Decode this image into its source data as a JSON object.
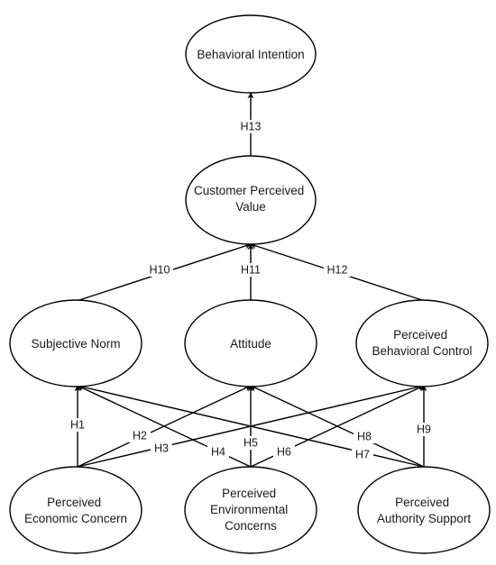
{
  "nodes": {
    "behavioral_intention": {
      "lines": [
        "Behavioral Intention"
      ]
    },
    "customer_perceived_value": {
      "lines": [
        "Customer  Perceived",
        "Value"
      ]
    },
    "subjective_norm": {
      "lines": [
        "Subjective Norm"
      ]
    },
    "attitude": {
      "lines": [
        "Attitude"
      ]
    },
    "perceived_behavioral_control": {
      "lines": [
        "Perceived",
        "Behavioral Control"
      ]
    },
    "perceived_economic_concern": {
      "lines": [
        "Perceived",
        "Economic Concern"
      ]
    },
    "perceived_environmental_concerns": {
      "lines": [
        "Perceived",
        "Environmental",
        "Concerns"
      ]
    },
    "perceived_authority_support": {
      "lines": [
        "Perceived",
        "Authority Support"
      ]
    }
  },
  "edges": [
    {
      "id": "h1",
      "label": "H1",
      "from": "perceived_economic_concern",
      "to": "subjective_norm"
    },
    {
      "id": "h2",
      "label": "H2",
      "from": "perceived_economic_concern",
      "to": "attitude"
    },
    {
      "id": "h3",
      "label": "H3",
      "from": "perceived_economic_concern",
      "to": "perceived_behavioral_control"
    },
    {
      "id": "h4",
      "label": "H4",
      "from": "perceived_environmental_concerns",
      "to": "subjective_norm"
    },
    {
      "id": "h5",
      "label": "H5",
      "from": "perceived_environmental_concerns",
      "to": "attitude"
    },
    {
      "id": "h6",
      "label": "H6",
      "from": "perceived_environmental_concerns",
      "to": "perceived_behavioral_control"
    },
    {
      "id": "h7",
      "label": "H7",
      "from": "perceived_authority_support",
      "to": "subjective_norm"
    },
    {
      "id": "h8",
      "label": "H8",
      "from": "perceived_authority_support",
      "to": "attitude"
    },
    {
      "id": "h9",
      "label": "H9",
      "from": "perceived_authority_support",
      "to": "perceived_behavioral_control"
    },
    {
      "id": "h10",
      "label": "H10",
      "from": "subjective_norm",
      "to": "customer_perceived_value"
    },
    {
      "id": "h11",
      "label": "H11",
      "from": "attitude",
      "to": "customer_perceived_value"
    },
    {
      "id": "h12",
      "label": "H12",
      "from": "perceived_behavioral_control",
      "to": "customer_perceived_value"
    },
    {
      "id": "h13",
      "label": "H13",
      "from": "customer_perceived_value",
      "to": "behavioral_intention"
    }
  ]
}
